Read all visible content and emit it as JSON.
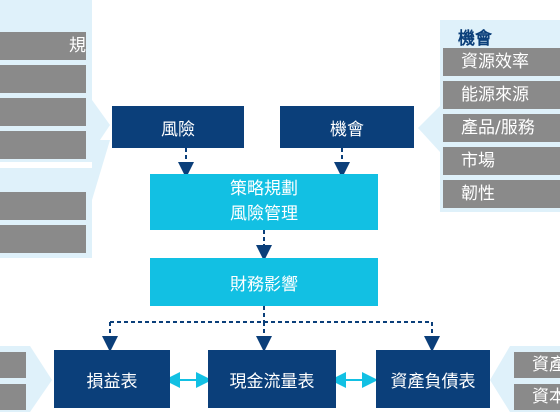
{
  "left_top_list": {
    "items": [
      "規",
      "",
      "",
      ""
    ]
  },
  "left_bottom_list": {
    "items": [
      "",
      ""
    ]
  },
  "opportunity_panel": {
    "title": "機會",
    "items": [
      "資源效率",
      "能源來源",
      "產品/服務",
      "市場",
      "韌性"
    ]
  },
  "nodes": {
    "risk": "風險",
    "opportunity": "機會",
    "strategy": {
      "line1": "策略規劃",
      "line2": "風險管理"
    },
    "financial_impact": "財務影響",
    "income_statement": "損益表",
    "cash_flow": "現金流量表",
    "balance_sheet": "資產負債表"
  },
  "right_bottom_list": {
    "items": [
      "資產",
      "資本"
    ]
  },
  "colors": {
    "dark_blue": "#0b3f7a",
    "cyan": "#12c0e3",
    "panel_bg": "#dff1fa",
    "item_gray": "#8a8a8a",
    "connector_blue": "#0b3f7a",
    "arrow_cyan": "#12c0e3"
  }
}
